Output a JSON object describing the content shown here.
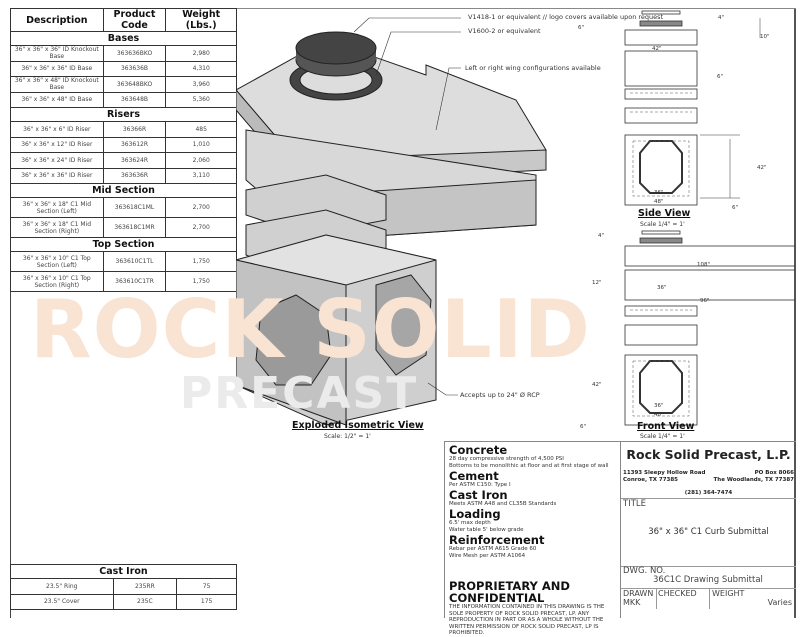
{
  "watermark": {
    "line1": "ROCK SOLID",
    "line2": "PRECAST"
  },
  "table": {
    "headers": [
      "Description",
      "Product Code",
      "Weight (Lbs.)"
    ],
    "sections": [
      {
        "title": "Bases",
        "rows": [
          [
            "36\" x 36\" x 36\" ID Knockout Base",
            "363636BKO",
            "2,980"
          ],
          [
            "36\" x 36\" x 36\" ID Base",
            "363636B",
            "4,310"
          ],
          [
            "36\" x 36\" x 48\" ID Knockout Base",
            "363648BKO",
            "3,960"
          ],
          [
            "36\" x 36\" x 48\" ID Base",
            "363648B",
            "5,360"
          ]
        ]
      },
      {
        "title": "Risers",
        "rows": [
          [
            "36\" x 36\" x 6\" ID Riser",
            "36366R",
            "485"
          ],
          [
            "36\" x 36\" x 12\" ID Riser",
            "363612R",
            "1,010"
          ],
          [
            "36\" x 36\" x 24\" ID Riser",
            "363624R",
            "2,060"
          ],
          [
            "36\" x 36\" x 36\" ID Riser",
            "363636R",
            "3,110"
          ]
        ]
      },
      {
        "title": "Mid Section",
        "rows": [
          [
            "36\" x 36\" x 18\" C1 Mid Section (Left)",
            "363618C1ML",
            "2,700"
          ],
          [
            "36\" x 36\" x 18\" C1 Mid Section (Right)",
            "363618C1MR",
            "2,700"
          ]
        ]
      },
      {
        "title": "Top Section",
        "rows": [
          [
            "36\" x 36\" x 10\" C1 Top Section (Left)",
            "363610C1TL",
            "1,750"
          ],
          [
            "36\" x 36\" x 10\" C1 Top Section (Right)",
            "363610C1TR",
            "1,750"
          ]
        ]
      }
    ],
    "cast_iron": {
      "title": "Cast Iron",
      "rows": [
        [
          "23.5\" Ring",
          "235RR",
          "75"
        ],
        [
          "23.5\" Cover",
          "235C",
          "175"
        ]
      ]
    }
  },
  "callouts": {
    "cover": "V1418-1 or equivalent // logo covers available upon request",
    "ring": "V1600-2 or equivalent",
    "wing": "Left or right wing configurations available",
    "rcp": "Accepts up to 24\" Ø RCP"
  },
  "iso_view": {
    "title": "Exploded Isometric View",
    "scale": "Scale: 1/2\" = 1'"
  },
  "side_view": {
    "title": "Side View",
    "scale": "Scale 1/4\" = 1'",
    "dims": [
      "6\"",
      "4\"",
      "10\"",
      "42\"",
      "6\"",
      "42\"",
      "6\"",
      "36\"",
      "48\""
    ]
  },
  "front_view": {
    "title": "Front View",
    "scale": "Scale 1/4\" = 1'",
    "dims": [
      "4\"",
      "108\"",
      "12\"",
      "36\"",
      "96\"",
      "42\"",
      "6\"",
      "36\"",
      "48\""
    ]
  },
  "specs": [
    {
      "heading": "Concrete",
      "lines": [
        "28 day compressive strength of 4,500 PSI",
        "Bottoms to be monolithic at floor and at first stage of wall"
      ]
    },
    {
      "heading": "Cement",
      "lines": [
        "Per ASTM C150: Type I"
      ]
    },
    {
      "heading": "Cast Iron",
      "lines": [
        "Meets ASTM A48 and CL35B Standards"
      ]
    },
    {
      "heading": "Loading",
      "lines": [
        "6.5' max depth",
        "Water table 5' below grade"
      ]
    },
    {
      "heading": "Reinforcement",
      "lines": [
        "Rebar per ASTM A615 Grade 60",
        "Wire Mesh per ASTM A1064"
      ]
    }
  ],
  "proprietary": {
    "heading": "PROPRIETARY AND CONFIDENTIAL",
    "text": "THE INFORMATION CONTAINED IN THIS DRAWING IS THE SOLE PROPERTY OF ROCK SOLID PRECAST, LP.  ANY REPRODUCTION IN PART OR AS A WHOLE WITHOUT THE WRITTEN PERMISSION OF ROCK SOLID PRECAST, LP IS PROHIBITED."
  },
  "company": {
    "name": "Rock Solid Precast, L.P.",
    "addr1_l1": "11393 Sleepy Hollow Road",
    "addr1_l2": "Conroe, TX 77385",
    "addr2_l1": "PO Box 8066",
    "addr2_l2": "The Woodlands, TX 77387",
    "phone": "(281) 364-7474"
  },
  "title_block": {
    "title_label": "TITLE",
    "title": "36\" x 36\" C1 Curb Submittal",
    "dwg_label": "DWG. NO.",
    "dwg": "36C1C Drawing Submittal",
    "drawn_label": "DRAWN",
    "checked_label": "CHECKED",
    "weight_label": "WEIGHT",
    "drawn": "MKK",
    "weight": "Varies"
  }
}
